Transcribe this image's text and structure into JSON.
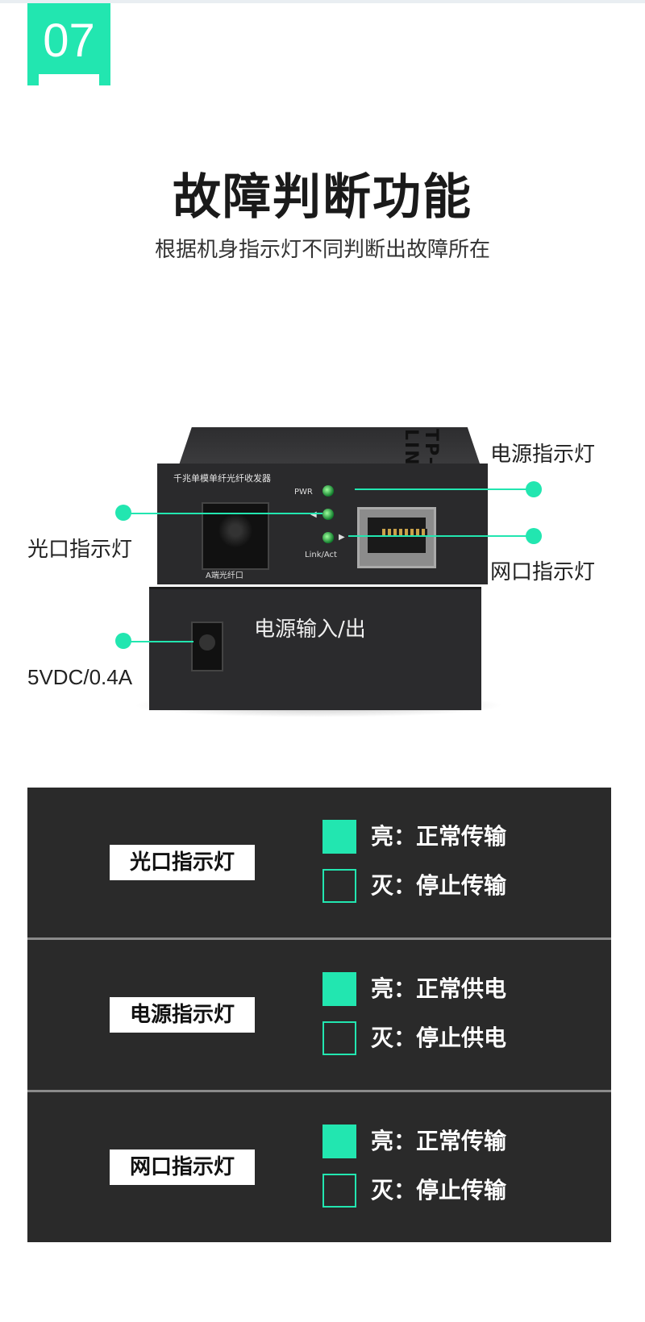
{
  "badge": {
    "number": "07"
  },
  "heading": {
    "title": "故障判断功能",
    "subtitle": "根据机身指示灯不同判断出故障所在"
  },
  "device": {
    "brand": "TP-LINK",
    "panel_label": "千兆单模单纤光纤收发器",
    "fiber_port_label": "A端光纤口",
    "led_pwr": "PWR",
    "led_link": "Link/Act",
    "power_io_label": "电源输入/出"
  },
  "callouts": {
    "power_led": "电源指示灯",
    "fiber_led": "光口指示灯",
    "network_led": "网口指示灯",
    "power_spec": "5VDC/0.4A"
  },
  "table": {
    "rows": [
      {
        "label": "光口指示灯",
        "on": "亮：正常传输",
        "off": "灭：停止传输"
      },
      {
        "label": "电源指示灯",
        "on": "亮：正常供电",
        "off": "灭：停止供电"
      },
      {
        "label": "网口指示灯",
        "on": "亮：正常传输",
        "off": "灭：停止传输"
      }
    ]
  },
  "colors": {
    "accent": "#22e6b0",
    "panel": "#2a2a2a"
  }
}
